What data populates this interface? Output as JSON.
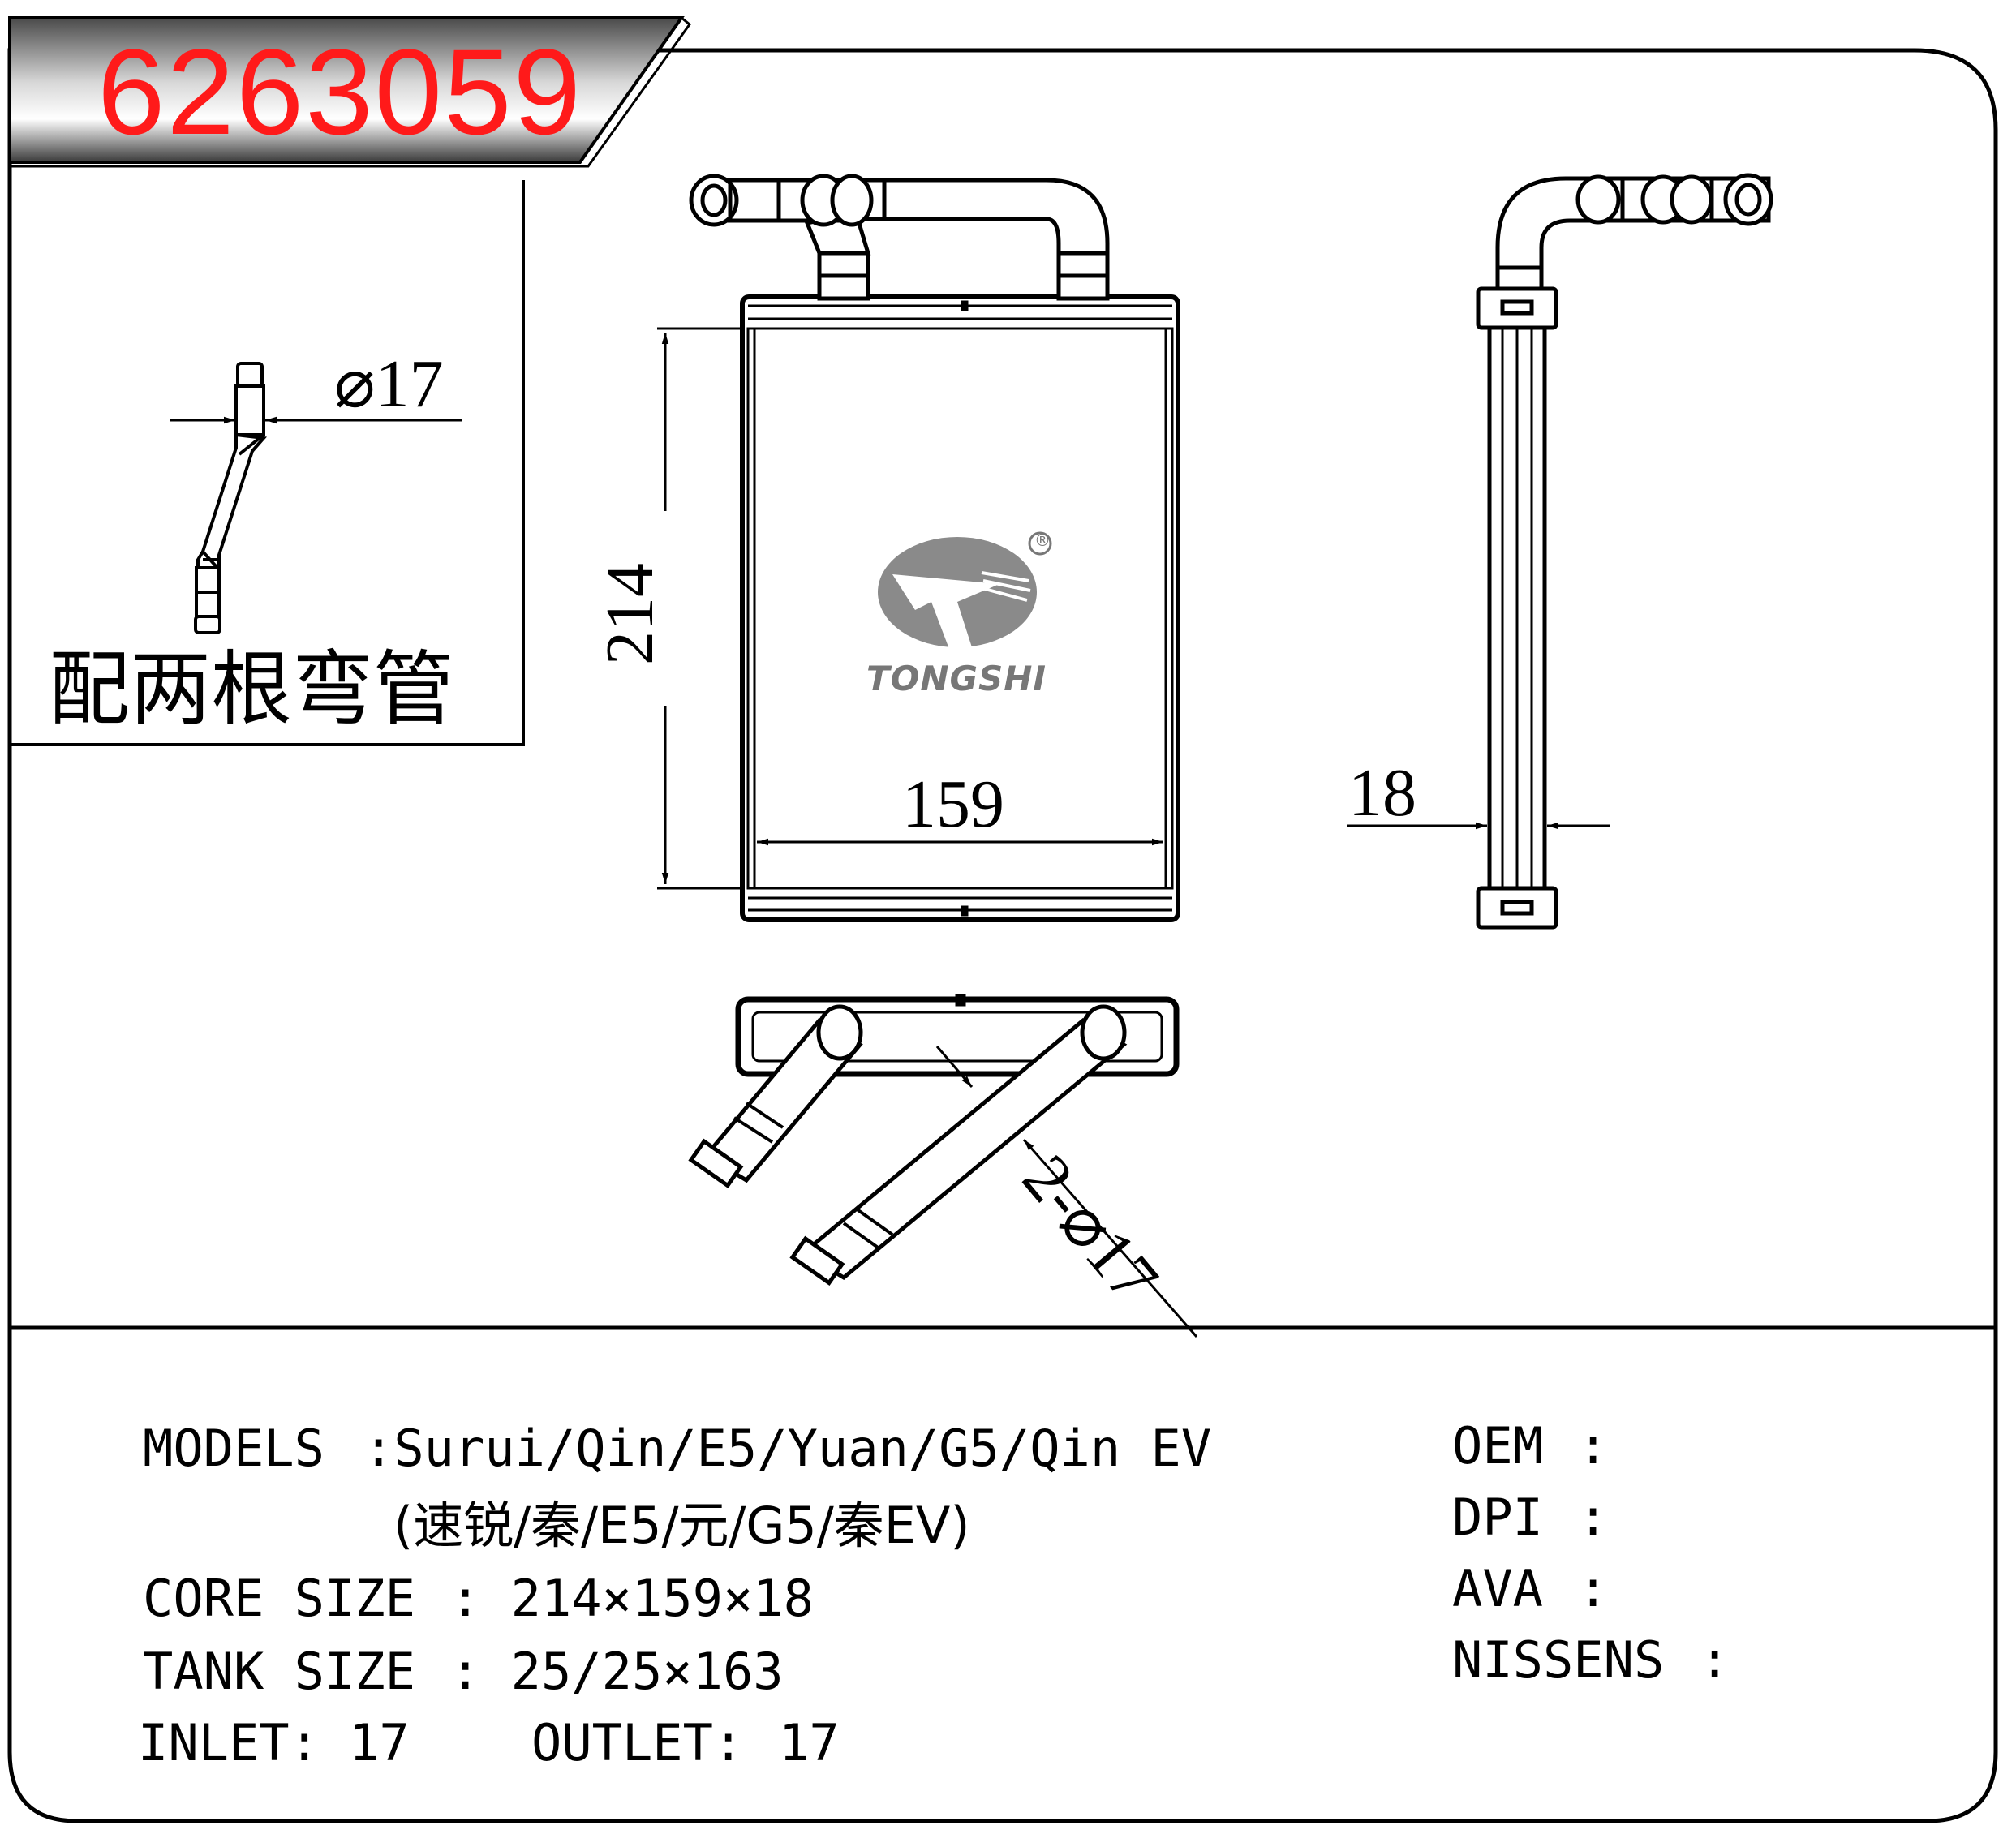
{
  "part_number": "6263059",
  "kit_note": "配两根弯管",
  "dimensions": {
    "pipe_diameter": "⌀17",
    "core_height": "214",
    "core_width": "159",
    "core_thickness": "18",
    "pipe_callout": "2-⌀17"
  },
  "brand": {
    "name": "TONGSHI",
    "registered_mark": "®"
  },
  "specs": {
    "models_label": "MODELS",
    "models_value": ":Surui/Qin/E5/Yuan/G5/Qin EV",
    "models_cn": "(速锐/秦/E5/元/G5/秦EV)",
    "core_label": "CORE SIZE",
    "core_value": ": 214×159×18",
    "tank_label": "TANK SIZE",
    "tank_value": ": 25/25×163",
    "inlet_label": "INLET:",
    "inlet_value": "17",
    "outlet_label": "OUTLET:",
    "outlet_value": "17"
  },
  "references": {
    "oem_label": "OEM",
    "dpi_label": "DPI",
    "ava_label": "AVA",
    "nissens_label": "NISSENS",
    "separator": ":"
  },
  "colors": {
    "part_number": "#ff1a1a",
    "logo": "#8a8a8a",
    "line": "#000000"
  }
}
